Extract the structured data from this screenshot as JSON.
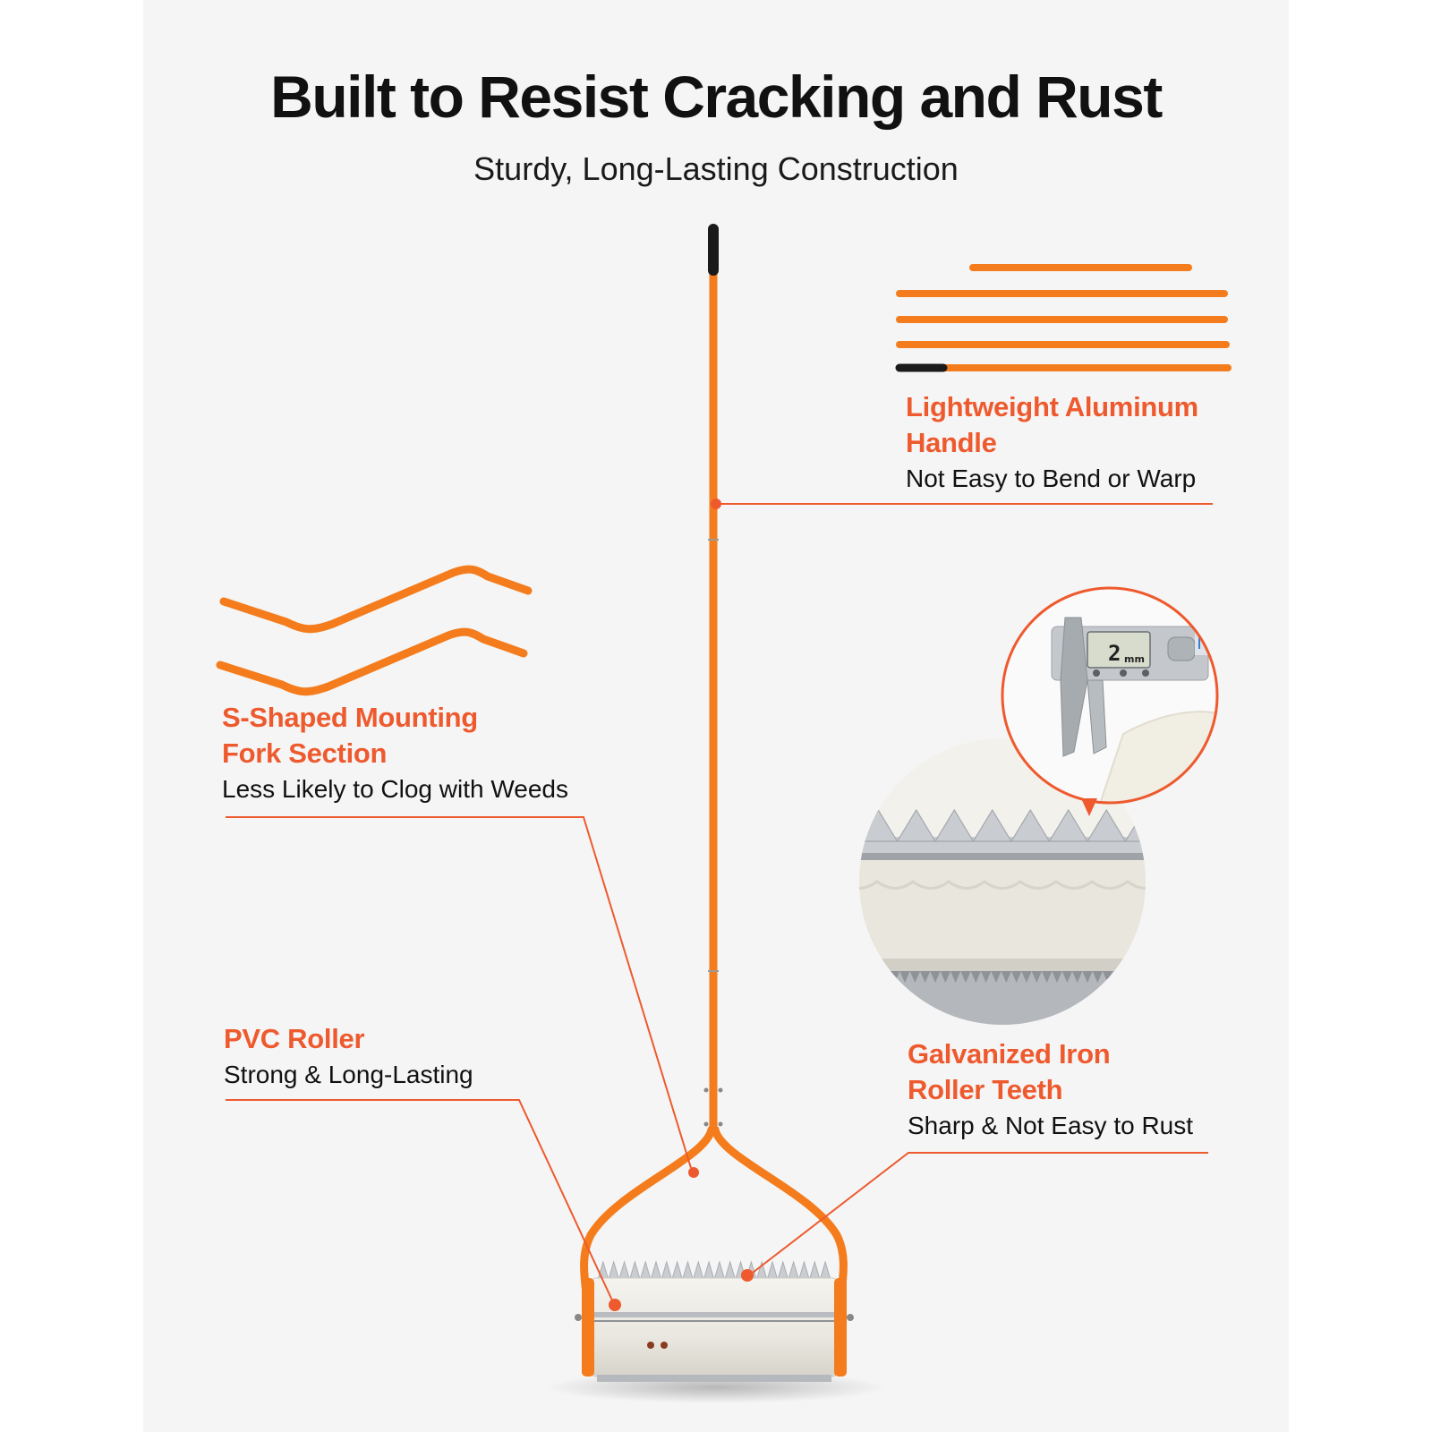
{
  "header": {
    "title": "Built to Resist Cracking and Rust",
    "subtitle": "Sturdy, Long-Lasting Construction"
  },
  "features": {
    "handle": {
      "name_line1": "Lightweight Aluminum",
      "name_line2": "Handle",
      "description": "Not Easy to Bend or Warp"
    },
    "fork": {
      "name_line1": "S-Shaped Mounting",
      "name_line2": "Fork Section",
      "description": "Less Likely to Clog with Weeds"
    },
    "roller": {
      "name_line1": "PVC Roller",
      "description": "Strong & Long-Lasting"
    },
    "teeth": {
      "name_line1": "Galvanized Iron",
      "name_line2": "Roller Teeth",
      "description": "Sharp & Not Easy to Rust"
    }
  },
  "caliper": {
    "reading": "2",
    "unit": "mm"
  },
  "colors": {
    "accent": "#ee5a2e",
    "handle_orange": "#f47c1c",
    "grip_black": "#1a1a1a",
    "roller_white": "#ecebe4",
    "teeth_silver": "#c9ccd0"
  }
}
